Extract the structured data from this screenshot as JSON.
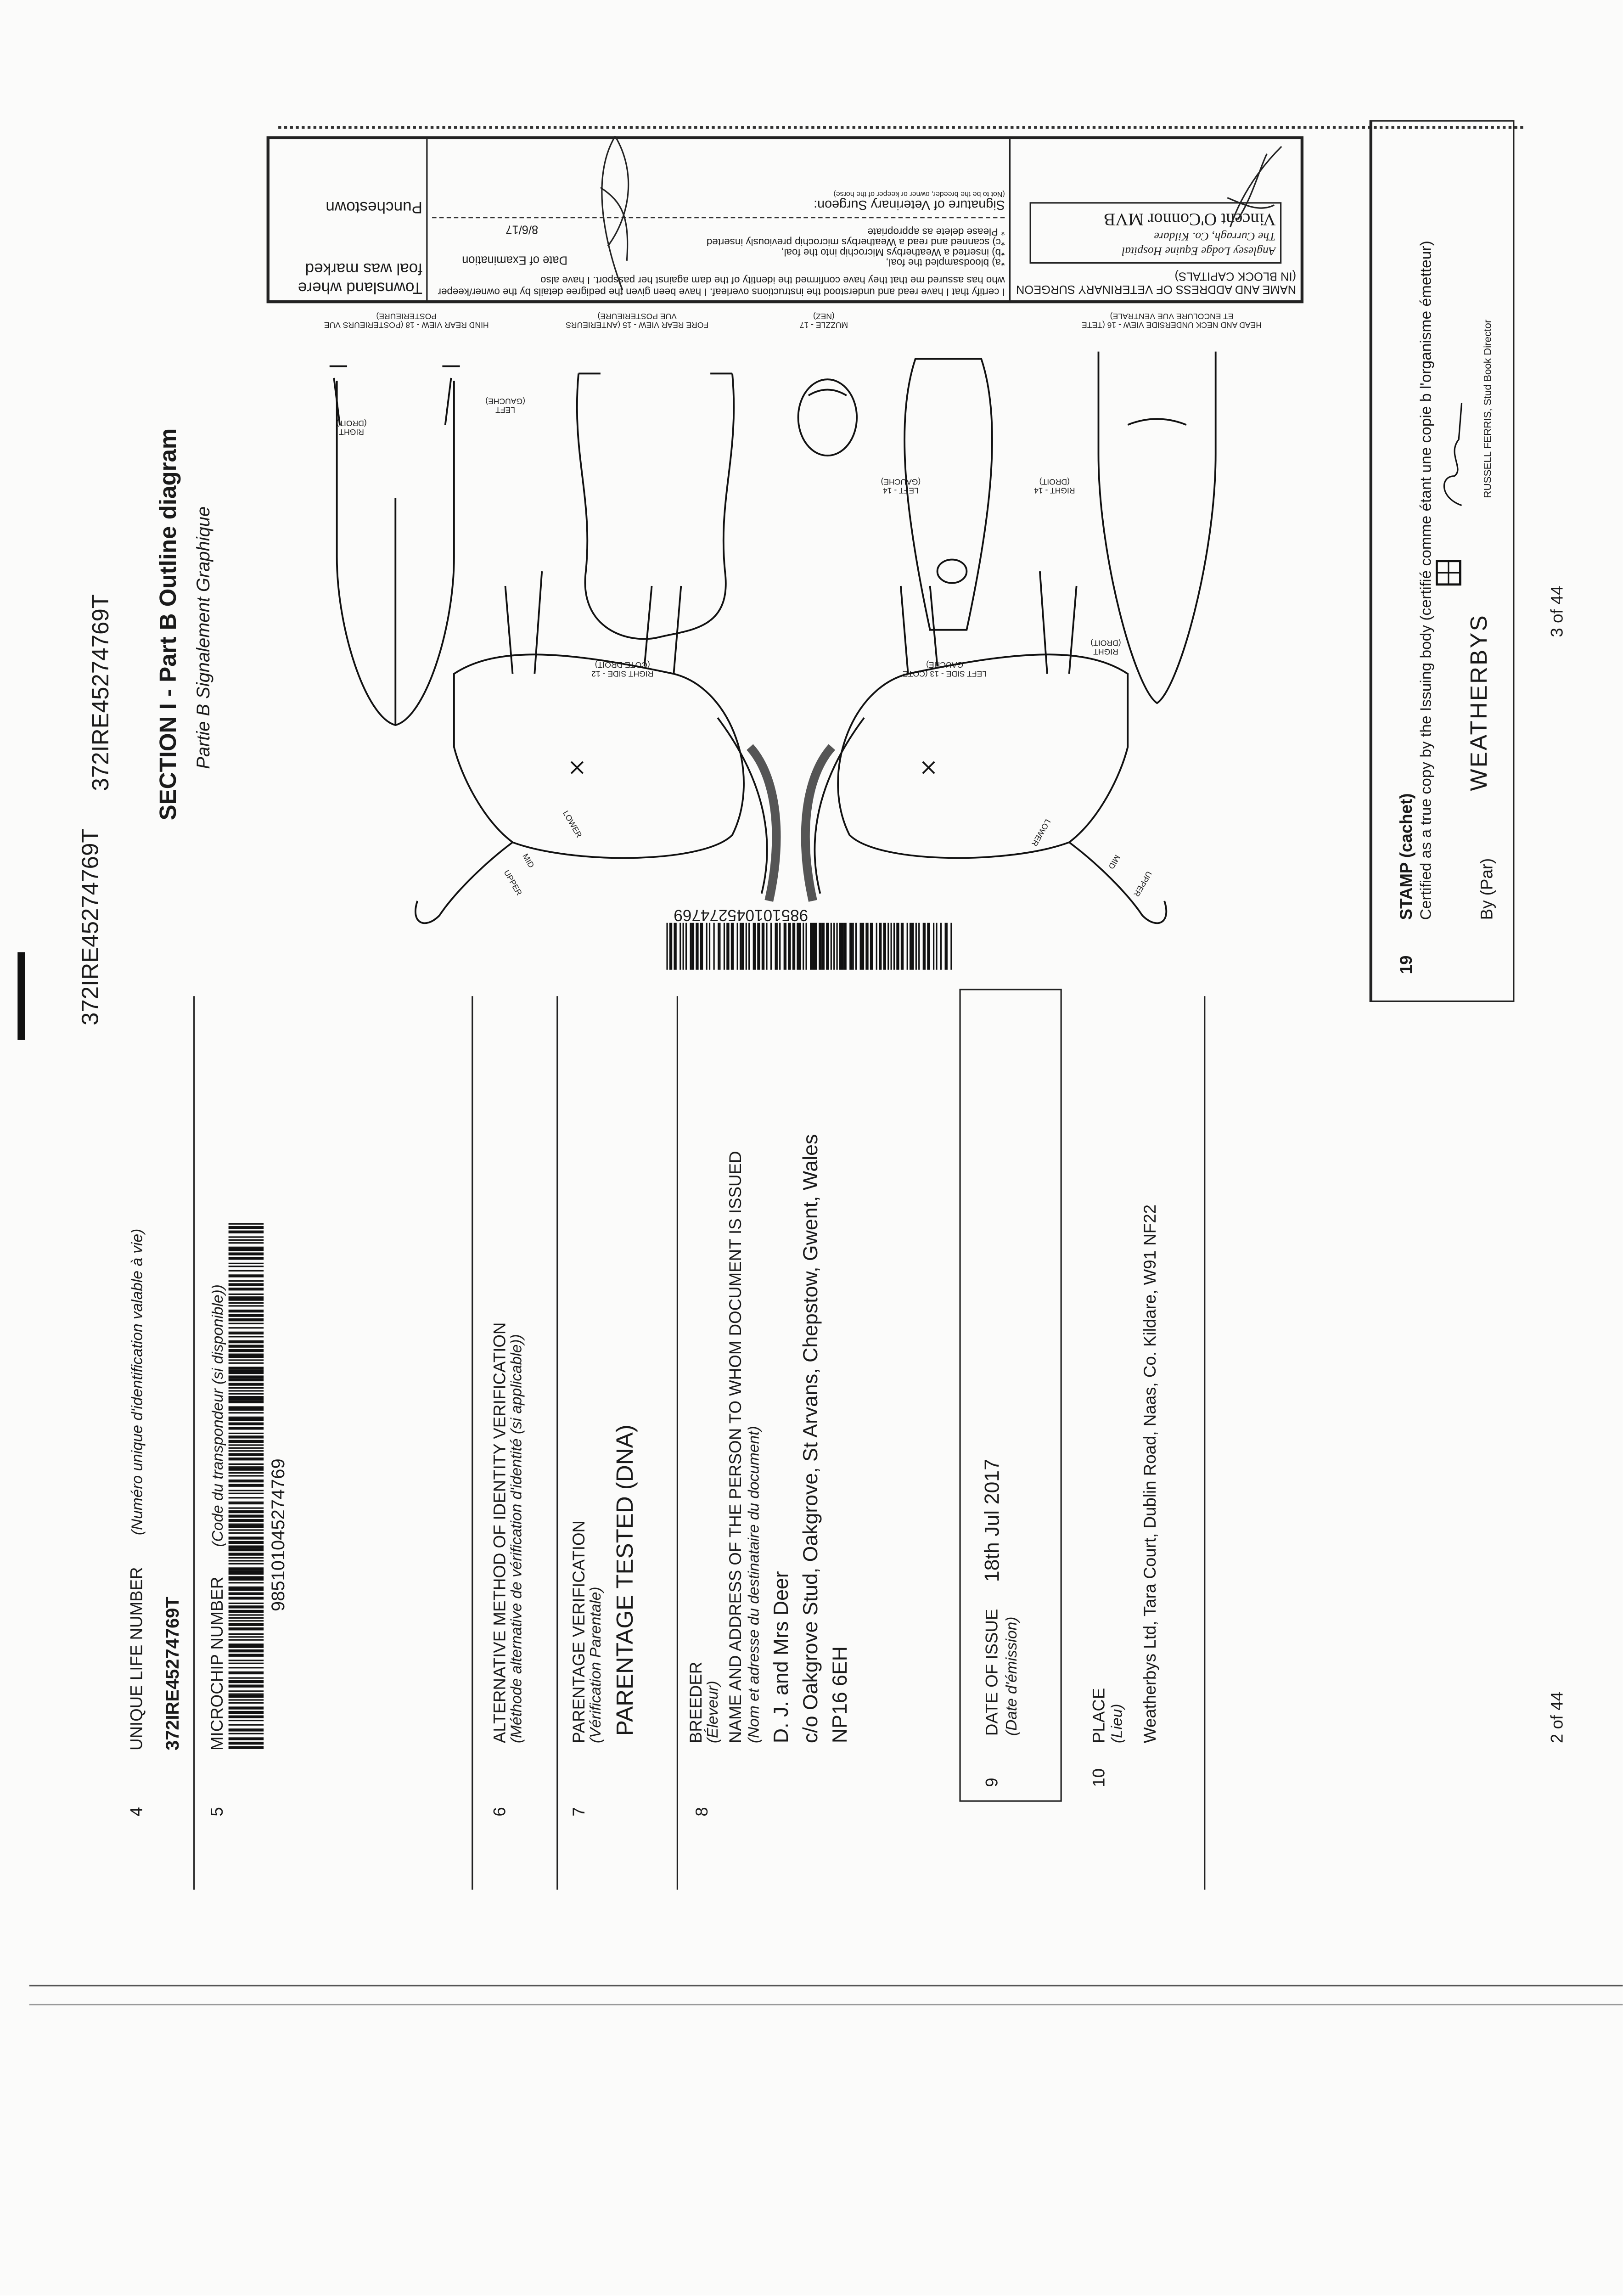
{
  "left_page": {
    "header_id": "372IRE45274769T",
    "s4": {
      "num": "4",
      "label": "UNIQUE LIFE NUMBER",
      "label_fr": "(Numéro unique d'identification valable à vie)",
      "value": "372IRE45274769T"
    },
    "s5": {
      "num": "5",
      "label": "MICROCHIP NUMBER",
      "label_fr": "(Code du transpondeur (si disponible))",
      "barcode_value": "985101045274769"
    },
    "s6": {
      "num": "6",
      "label": "ALTERNATIVE METHOD OF IDENTITY VERIFICATION",
      "label_fr": "(Méthode alternative de vérification d'identité (si applicable))"
    },
    "s7": {
      "num": "7",
      "label": "PARENTAGE VERIFICATION",
      "label_fr": "(Vérification Parentale)",
      "value": "PARENTAGE TESTED (DNA)"
    },
    "s8": {
      "num": "8",
      "label": "BREEDER",
      "label_fr": "(Éleveur)",
      "label2": "NAME AND ADDRESS OF THE PERSON TO WHOM DOCUMENT IS ISSUED",
      "label2_fr": "(Nom et adresse du destinataire du document)",
      "name": "D. J. and Mrs Deer",
      "address": "c/o Oakgrove Stud, Oakgrove, St Arvans, Chepstow, Gwent, Wales",
      "postcode": "NP16 6EH"
    },
    "s9": {
      "num": "9",
      "label": "DATE OF ISSUE",
      "value": "18th Jul 2017",
      "label_fr": "(Date d'émission)"
    },
    "s10": {
      "num": "10",
      "label": "PLACE",
      "label_fr": "(Lieu)",
      "value": "Weatherbys Ltd, Tara Court, Dublin Road, Naas, Co. Kildare, W91 NF22"
    },
    "page_no": "2 of 44"
  },
  "right_page": {
    "header_id": "372IRE45274769T",
    "title": "SECTION I - Part B Outline diagram",
    "subtitle": "Partie B Signalement Graphique",
    "vet_box": {
      "vet_label": "NAME AND ADDRESS OF VETERINARY SURGEON",
      "vet_label2": "(IN BLOCK CAPITALS)",
      "vet_stamp_line1": "Anglesey Lodge Equine Hospital",
      "vet_stamp_line2": "The Curragh, Co. Kildare",
      "vet_stamp_name": "Vincent O'Connor MVB",
      "cert_text": "I certify that I have read and understood the instructions overleaf. I have been given the pedigree details by the owner/keeper who has assured me that they have confirmed the identity of the dam against her passport. I have also",
      "opt_a": "*a) bloodsampled the foal,",
      "opt_b": "*b) inserted a Weatherbys Microchip into the foal,",
      "opt_c": "*c) scanned and read a Weatherbys microchip previously inserted",
      "delete_note": "* Please delete as appropriate",
      "date_label": "Date of Examination",
      "date_value": "8/6/17",
      "sig_label": "Signature of Veterinary Surgeon:",
      "sig_note": "(Not to be the breeder, owner or keeper of the horse)",
      "townsland_label": "Townsland where foal was marked",
      "townsland_value": "Punchestown"
    },
    "views": {
      "hind": "HIND REAR VIEW - 18 (POSTERIEURS VUE POSTERIEURE)",
      "fore": "FORE REAR VIEW - 15 (ANTERIEURS VUE POSTERIEURE)",
      "muzzle": "MUZZLE - 17 (NEZ)",
      "head_neck": "HEAD AND NECK UNDERSIDE VIEW - 16 (TETE ET ENCOLURE VUE VENTRALE)",
      "right_side": "RIGHT SIDE - 12 (COTE DROIT)",
      "left_side": "LEFT SIDE - 13 (COTE GAUCHE)",
      "left_14": "LEFT - 14 (GAUCHE)",
      "right_14": "RIGHT - 14 (DROIT)",
      "right": "RIGHT (DROIT)",
      "left": "LEFT (GAUCHE)",
      "upper": "UPPER",
      "mid": "MID",
      "lower": "LOWER"
    },
    "barcode_value": "985101045274769",
    "stamp": {
      "num": "19",
      "label": "STAMP (cachet)",
      "certified": "Certified as a true copy by the Issuing body (certifié comme étant une copie b l'organisme émetteur)",
      "by": "By (Par)",
      "brand": "WEATHERBYS",
      "signatory": "RUSSELL FERRIS, Stud Book Director"
    },
    "page_no": "3 of 44"
  }
}
